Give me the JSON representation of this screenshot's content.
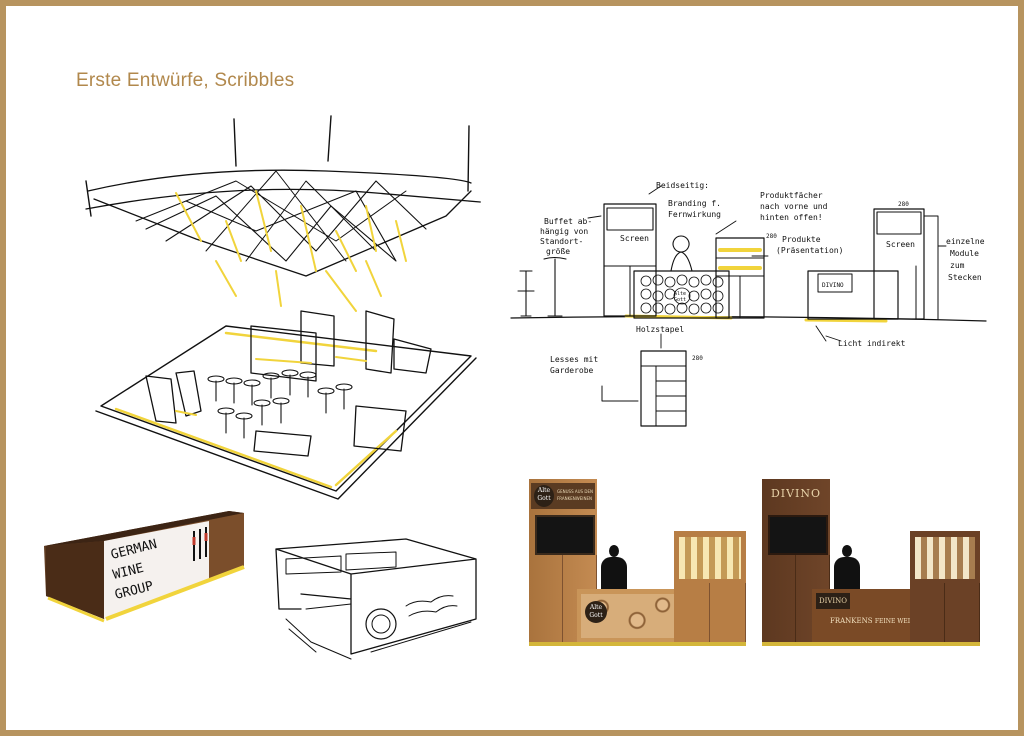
{
  "page": {
    "title": "Erste Entwürfe, Scribbles"
  },
  "colors": {
    "frame": "#b7945f",
    "title": "#b1884c",
    "sketch_highlight": "#f1d43c",
    "oak": "#b77e45",
    "walnut": "#6b4126"
  },
  "front_sketch": {
    "annotations": {
      "two_sided": "Beidseitig:",
      "branding": "Branding f.",
      "remote": "Fernwirkung",
      "shelves_1": "Produktfächer",
      "shelves_2": "nach vorne und",
      "shelves_3": "hinten offen!",
      "products": "Produkte",
      "presentation": "(Präsentation)",
      "buffet_1": "Buffet ab-",
      "buffet_2": "hängig von",
      "buffet_3": "Standort-",
      "buffet_4": "größe",
      "screen_left": "Screen",
      "screen_right": "Screen",
      "modules_1": "einzelne",
      "modules_2": "Module",
      "modules_3": "zum",
      "modules_4": "Stecken",
      "wood_stack": "Holzstapel",
      "indirect_light": "Licht indirekt",
      "cabinet_1": "Lesses mit",
      "cabinet_2": "Garderobe",
      "height_1": "280",
      "height_2": "280",
      "height_3": "280",
      "counter_logo_1": "Alte",
      "counter_logo_2": "Gott",
      "counter_brand": "DIVINO"
    }
  },
  "counter_sketch": {
    "lettering": [
      "GERMAN",
      "WINE",
      "GROUP"
    ]
  },
  "renders": {
    "left": {
      "logo_line1": "Alte",
      "logo_line2": "Gott",
      "sign_text_1": "GENUSS AUS DEN",
      "sign_text_2": "FRANKENWEINEN",
      "counter_logo_1": "Alte",
      "counter_logo_2": "Gott"
    },
    "right": {
      "brand": "DIVINO",
      "counter_brand": "DIVINO",
      "counter_slogan_1": "FRANKENS",
      "counter_slogan_2": "FEINE WEINE"
    }
  }
}
